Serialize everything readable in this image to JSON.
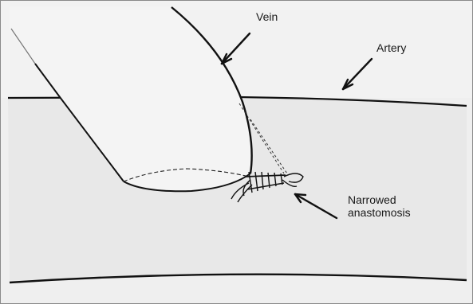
{
  "labels": {
    "vein": "Vein",
    "artery": "Artery",
    "narrowed_line1": "Narrowed",
    "narrowed_line2": "anastomosis"
  },
  "colors": {
    "background": "#efefef",
    "vein_fill": "#f3f3f3",
    "artery_fill": "#e9e9e9",
    "stroke": "#111111"
  }
}
